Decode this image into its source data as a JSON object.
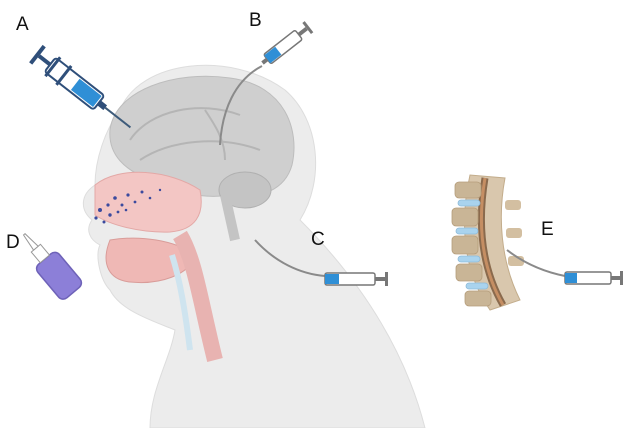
{
  "labels": {
    "a": "A",
    "b": "B",
    "c": "C",
    "d": "D",
    "e": "E"
  },
  "colors": {
    "head_silhouette": "#e9e9e9",
    "brain": "#cdcdcd",
    "nasal_tissue": "#f1c4c3",
    "nasal_particles": "#3b4a9e",
    "syringe_fill_blue": "#2f8fd6",
    "syringe_outline": "#3d5b7a",
    "needle_line": "#8a8a8a",
    "spray_bottle": "#8c7fd8",
    "spine_vertebra": "#c9b596",
    "spine_disc": "#a9d3ee",
    "spinal_cord": "#8a6a4d"
  },
  "icons": {
    "a": "intravenous-syringe-icon",
    "b": "intracerebral-syringe-icon",
    "c": "intrathecal-cisterna-syringe-icon",
    "d": "nasal-spray-bottle-icon",
    "e": "lumbar-syringe-icon"
  }
}
